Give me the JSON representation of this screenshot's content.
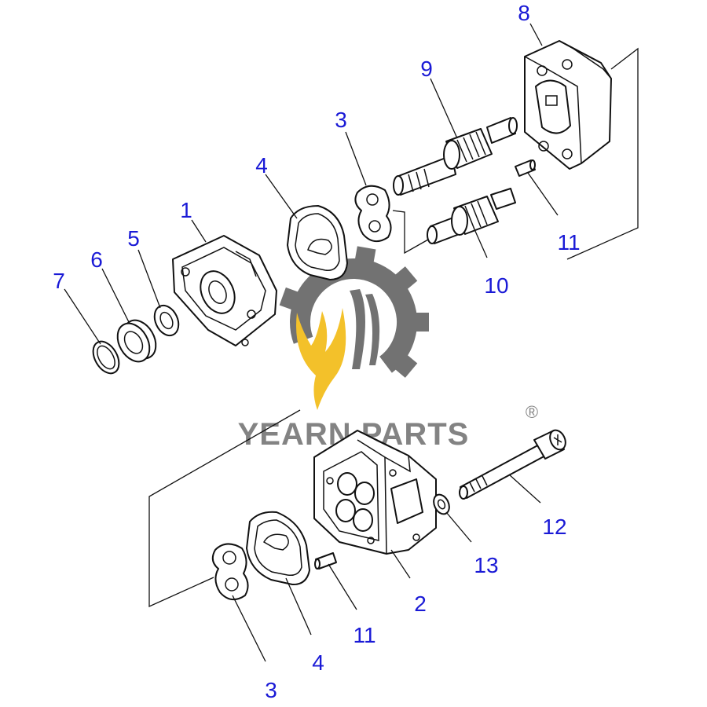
{
  "watermark": {
    "brand": "YEARN PARTS",
    "registered": "®",
    "text_color": "#6e6e6e",
    "gear_color": "#5a5a5a",
    "flame_color": "#f2b705"
  },
  "label_color": "#1a1ad6",
  "callouts": [
    {
      "id": "c1",
      "text": "1"
    },
    {
      "id": "c2",
      "text": "2"
    },
    {
      "id": "c3a",
      "text": "3"
    },
    {
      "id": "c3b",
      "text": "3"
    },
    {
      "id": "c4a",
      "text": "4"
    },
    {
      "id": "c4b",
      "text": "4"
    },
    {
      "id": "c5",
      "text": "5"
    },
    {
      "id": "c6",
      "text": "6"
    },
    {
      "id": "c7",
      "text": "7"
    },
    {
      "id": "c8",
      "text": "8"
    },
    {
      "id": "c9",
      "text": "9"
    },
    {
      "id": "c10",
      "text": "10"
    },
    {
      "id": "c11a",
      "text": "11"
    },
    {
      "id": "c11b",
      "text": "11"
    },
    {
      "id": "c12",
      "text": "12"
    },
    {
      "id": "c13",
      "text": "13"
    }
  ]
}
